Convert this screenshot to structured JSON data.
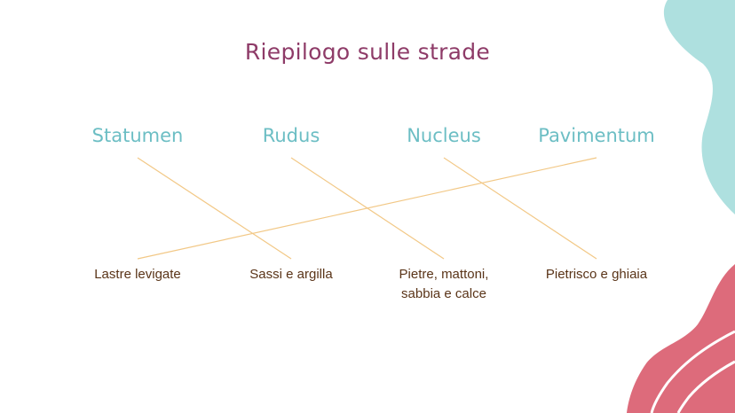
{
  "title": "Riepilogo sulle strade",
  "terms": [
    "Statumen",
    "Rudus",
    "Nucleus",
    "Pavimentum"
  ],
  "definitions": [
    {
      "line1": "Lastre levigate",
      "line2": ""
    },
    {
      "line1": "Sassi e argilla",
      "line2": ""
    },
    {
      "line1": "Pietre, mattoni,",
      "line2": "sabbia e calce"
    },
    {
      "line1": "Pietrisco e ghiaia",
      "line2": ""
    }
  ],
  "connections": [
    {
      "from": "Statumen",
      "to": "Sassi e argilla"
    },
    {
      "from": "Rudus",
      "to": "Pietre, mattoni, sabbia e calce"
    },
    {
      "from": "Nucleus",
      "to": "Pietrisco e ghiaia"
    },
    {
      "from": "Pavimentum",
      "to": "Lastre levigate"
    }
  ],
  "colors": {
    "title": "#8e3b68",
    "terms": "#6cbec4",
    "definitions": "#5a3418",
    "connector": "#f2c886",
    "blob_teal": "#aee0df",
    "blob_pink": "#dd6b7b"
  }
}
